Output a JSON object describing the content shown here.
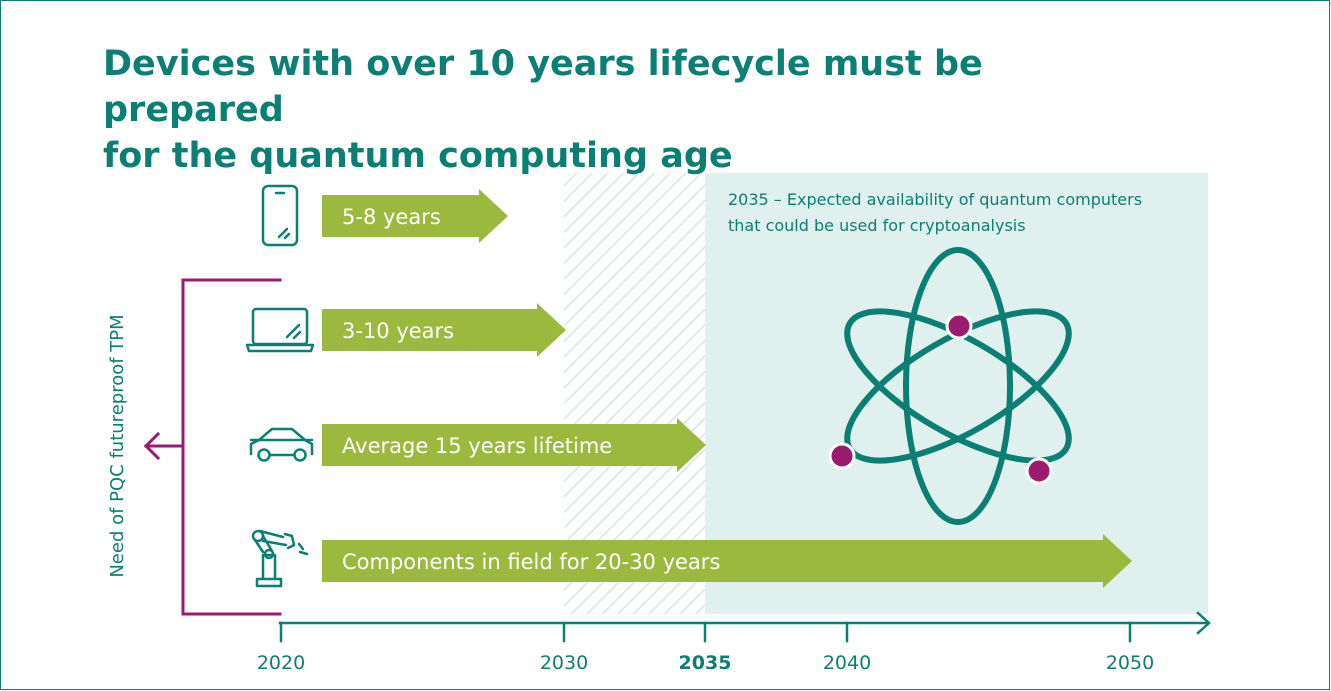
{
  "title": {
    "line1": "Devices with over 10 years lifecycle must be prepared",
    "line2": "for the quantum computing age"
  },
  "annotation": {
    "line1": "2035 – Expected availability of quantum computers",
    "line2": "that could be used for cryptoanalysis"
  },
  "side_label": "Need of PQC futureproof TPM",
  "devices": [
    {
      "icon": "smartphone-icon",
      "label": "5-8 years"
    },
    {
      "icon": "laptop-icon",
      "label": "3-10 years"
    },
    {
      "icon": "car-icon",
      "label": "Average 15 years lifetime"
    },
    {
      "icon": "robot-arm-icon",
      "label": "Components in field for 20-30 years"
    }
  ],
  "timeline": {
    "ticks": [
      "2020",
      "2030",
      "2035",
      "2040",
      "2050"
    ],
    "highlight_tick": "2035"
  },
  "colors": {
    "brand_teal": "#0b7f73",
    "arrow_green": "#9bb93f",
    "bracket_purple": "#9b1c6e",
    "region_fill": "#e0f0ef"
  }
}
